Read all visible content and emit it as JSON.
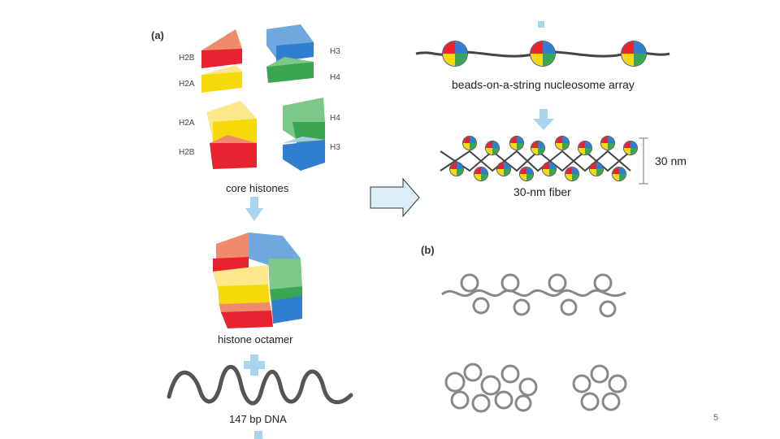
{
  "panel_a": {
    "letter": "(a)",
    "labels_left_top": [
      "H2B",
      "H2A"
    ],
    "labels_right_top": [
      "H3",
      "H4"
    ],
    "labels_left_bottom": [
      "H2A",
      "H2B"
    ],
    "labels_right_bottom": [
      "H4",
      "H3"
    ],
    "core_caption": "core histones",
    "octamer_caption": "histone octamer",
    "dna_caption": "147 bp DNA",
    "beads_caption": "beads-on-a-string nucleosome array",
    "fiber_caption": "30-nm fiber",
    "fiber_scale": "30 nm"
  },
  "panel_b": {
    "letter": "(b)"
  },
  "slide": {
    "page_number": "5"
  },
  "colors": {
    "h2a": "#f5d90a",
    "h2b": "#e8222e",
    "h3": "#2f7fd0",
    "h4": "#3aa552",
    "arrow": "#a8d4ee"
  }
}
